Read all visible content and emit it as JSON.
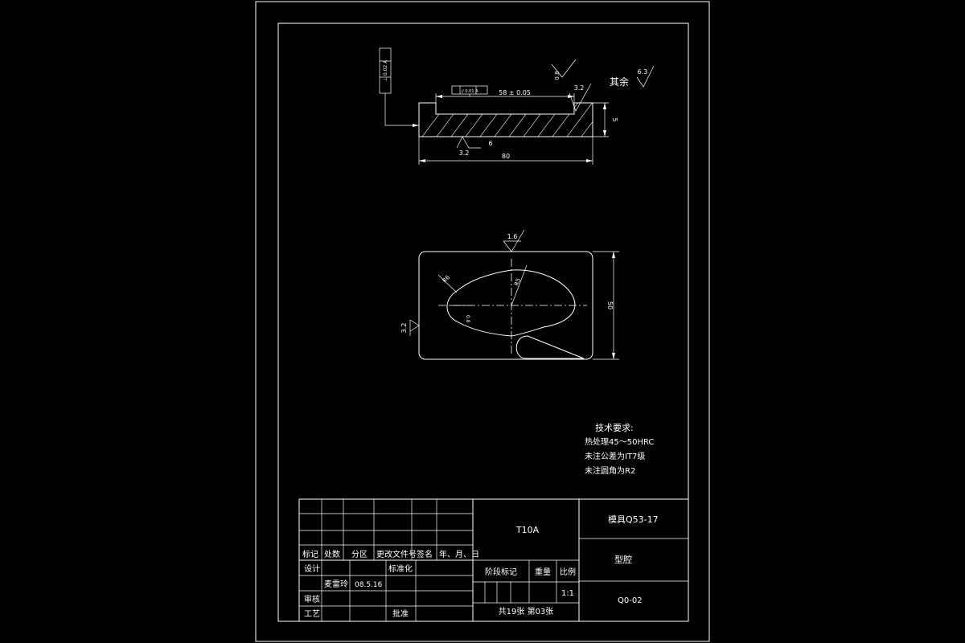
{
  "title_block": {
    "material": "T10A",
    "drawing_name": "模具Q53-17",
    "part_name": "型腔",
    "drawing_no": "Q0-02",
    "col_labels": [
      "标记",
      "处数",
      "分区",
      "更改文件号",
      "签名",
      "年、月、日"
    ],
    "design_label": "设计",
    "standardization_label": "标准化",
    "drafter": "麦雷玲",
    "date": "08.5.16",
    "review_label": "审核",
    "process_label": "工艺",
    "approve_label": "批准",
    "stage_mark_label": "阶段标记",
    "weight_label": "重量",
    "scale_label": "比例",
    "scale_value": "1:1",
    "sheets": "共19张  第03张"
  },
  "tech_requirements": {
    "heading": "技术要求:",
    "items": [
      "热处理45～50HRC",
      "未注公差为IT7级",
      "未注圆角为R2"
    ]
  },
  "annotations": {
    "roughness_others_label": "其余",
    "roughness_others": "6.3",
    "roughness_top_corner": "3.2",
    "roughness_top_slot": "0.8",
    "roughness_bottom": "3.2",
    "roughness_plan_top": "1.6",
    "roughness_plan_left": "3.2",
    "slot_length": "58 ± 0.05",
    "thickness": "5",
    "length": "80",
    "height": "50",
    "bottom_marker": "6",
    "depth_label": "0.8",
    "radius_label": "R5",
    "radius_label_2": "R6",
    "small_dim": "0.8",
    "datum_frame_left": "⊥  0.02  A",
    "datum_frame_top": "// 0.01 A"
  }
}
